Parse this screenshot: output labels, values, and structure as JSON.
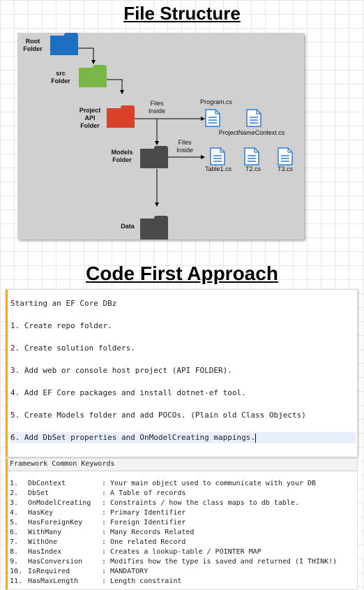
{
  "titles": {
    "file_structure": "File Structure",
    "code_first": "Code First Approach"
  },
  "colors": {
    "diagram_bg": "#d0d0d0",
    "root_folder": "#1f6fc1",
    "src_folder": "#7ab648",
    "project_folder": "#d9412b",
    "dark_folder": "#4a4a4a",
    "file_icon": "#2d7bd2",
    "accent_border": "#f5a623"
  },
  "diagram": {
    "root_label": [
      "Root",
      "Folder"
    ],
    "src_label": [
      "src",
      "Folder"
    ],
    "project_label": [
      "Project",
      "API",
      "Folder"
    ],
    "models_label": [
      "Models",
      "Folder"
    ],
    "data_label": "Data",
    "files_inside_1": [
      "Files",
      "Inside"
    ],
    "files_inside_2": [
      "Files",
      "Inside"
    ],
    "program": "Program.cs",
    "context": "ProjectNameContext.cs",
    "table1": "Table1.cs",
    "t2": "T2.cs",
    "t3": "T3.cs",
    "icons": {
      "folder": "folder-icon",
      "file": "file-icon"
    }
  },
  "notes": {
    "heading": "Starting an EF Core DBz",
    "steps": [
      "1. Create repo folder.",
      "2. Create solution folders.",
      "3. Add web or console host project (API FOLDER).",
      "4. Add EF Core packages and install dotnet-ef tool.",
      "5. Create Models folder and add POCOs. (Plain old Class Objects)",
      "6. Add DbSet properties and OnModelCreating mappings."
    ]
  },
  "keywords": {
    "header": "Framework Common Keywords",
    "rows": [
      {
        "num": "1.",
        "name": "DbContext",
        "desc": ": Your main object used to communicate with your DB"
      },
      {
        "num": "2.",
        "name": "DbSet",
        "desc": ": A Table of records"
      },
      {
        "num": "3.",
        "name": "OnModelCreating",
        "desc": ": Constraints / how the class maps to db table."
      },
      {
        "num": "4.",
        "name": "HasKey",
        "desc": ": Primary Identifier"
      },
      {
        "num": "5.",
        "name": "HasForeignKey",
        "desc": ": Foreign Identifier"
      },
      {
        "num": "6.",
        "name": "WithMany",
        "desc": ": Many Records Related"
      },
      {
        "num": "7.",
        "name": "WithOne",
        "desc": ": One related Record"
      },
      {
        "num": "8.",
        "name": "HasIndex",
        "desc": ": Creates a lookup-table / POINTER MAP"
      },
      {
        "num": "9.",
        "name": "HasConversion",
        "desc": ": Modifies how the type is saved and returned (I THINK!)"
      },
      {
        "num": "10.",
        "name": "IsRequired",
        "desc": ": MANDATORY"
      },
      {
        "num": "11.",
        "name": "HasMaxLength",
        "desc": ": Length constraint"
      }
    ]
  }
}
